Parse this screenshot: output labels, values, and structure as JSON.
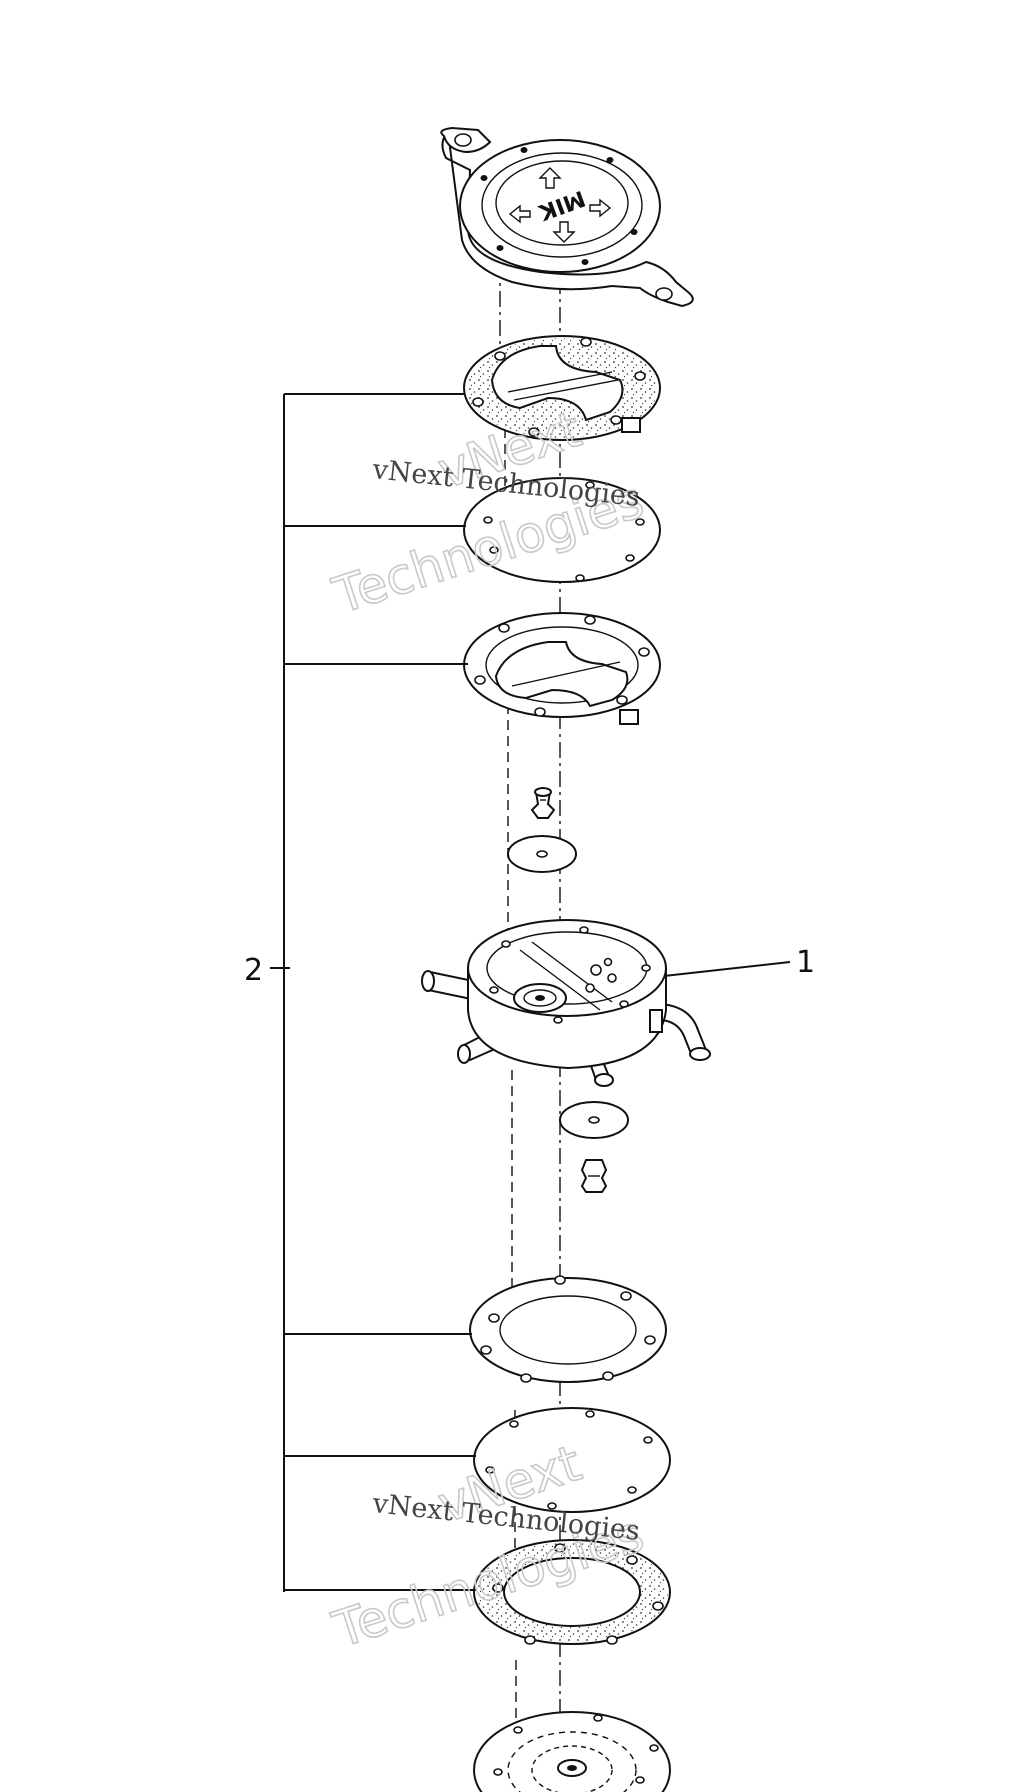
{
  "callouts": {
    "part_1": "1",
    "part_2": "2"
  },
  "cover_embossing": "MIK",
  "watermark": {
    "line_serif": "vNext Technologies",
    "line_big_1": "vNext",
    "line_big_2": "Technologies"
  }
}
